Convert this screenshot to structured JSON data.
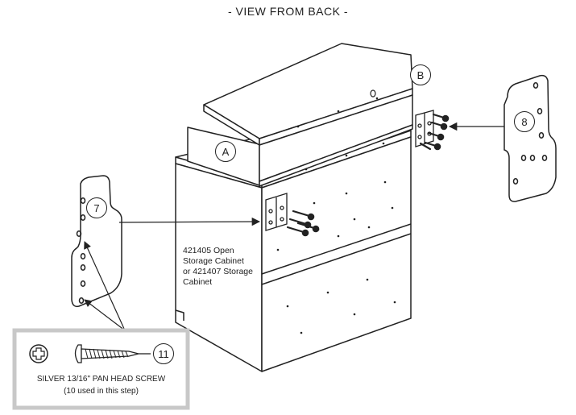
{
  "title": "- VIEW FROM BACK -",
  "callouts": {
    "panel_a": "A",
    "panel_b": "B",
    "bracket_left": "7",
    "bracket_right": "8",
    "screw": "11"
  },
  "cabinet_label": {
    "line1": "421405 Open",
    "line2": "Storage Cabinet",
    "line3": "or 421407 Storage",
    "line4": "Cabinet"
  },
  "hardware_box": {
    "name": "SILVER 13/16\" PAN HEAD SCREW",
    "quantity_note": "(10 used in this step)"
  }
}
